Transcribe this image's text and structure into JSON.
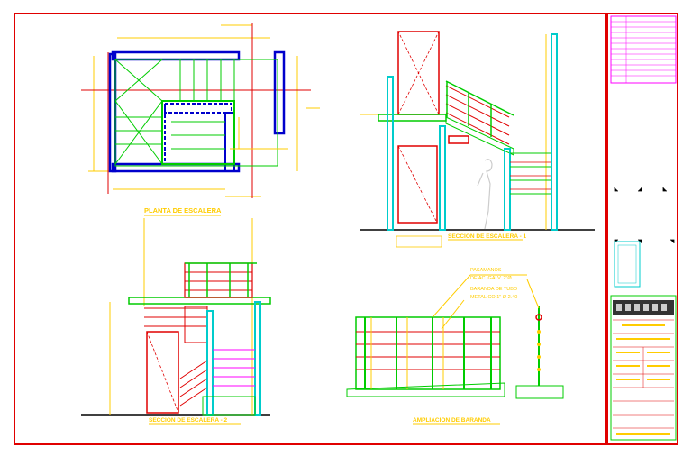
{
  "drawing": {
    "views": {
      "plan": {
        "title": "PLANTA DE ESCALERA"
      },
      "section1": {
        "title": "SECCION DE ESCALERA - 1"
      },
      "section2": {
        "title": "SECCION DE ESCALERA - 2"
      },
      "railing": {
        "title": "AMPLIACION DE BARANDA",
        "note1_line1": "PASAMANOS",
        "note1_line2": "DE AC. GALV. 2\"Ø",
        "note2_line1": "BARANDA DE TUBO",
        "note2_line2": "METALICO 1\" Ø 2.40"
      }
    },
    "colors": {
      "frame": "#e00000",
      "yellow": "#ffff00",
      "green": "#00cc00",
      "blue": "#0000cc",
      "cyan": "#00cccc",
      "red": "#e00000",
      "magenta": "#ff00ff"
    }
  }
}
